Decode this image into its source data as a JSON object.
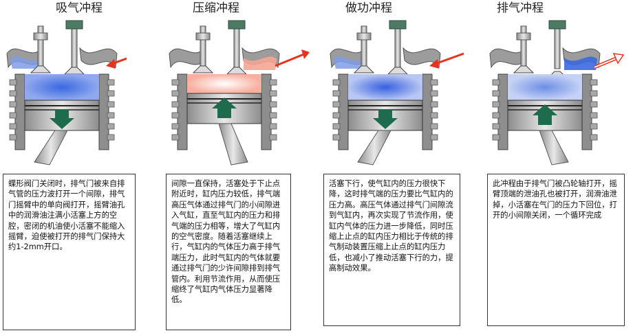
{
  "strokes": [
    {
      "title": "吸气冲程",
      "text": "蝶形阀门关闭时，排气门被来自排气管的压力波打开一个间隙，排气门摇臂中的单向阀打开，摇臂油孔中的润滑油注满小活塞上方的空腔，密闭的机油使小活塞不能缩入摇臂，迫使被打开的排气门保持大约1-2mm开口。"
    },
    {
      "title": "压缩冲程",
      "text": "间隙一直保持，活塞处于下止点附近时，缸内压力较低，排气端高压气体通过排气门的小间隙进入气缸，直至气缸内的压力和排气端的压力相等，增大了气缸内的空气密度。随着活塞继续上行，气缸内的气体压力高于排气端压力，此时气缸内的气体就要通过排气门的少许间隙排到排气管内。利用节流作用，从而使压缩终了气缸内气体压力显著降低。"
    },
    {
      "title": "做功冲程",
      "text": "活塞下行，使气缸内的压力很快下降，这时排气端的压力要比气缸内的压力高。高压气体通过排气门间隙流到气缸内，再次实现了节流作用，使缸内气体的压力进一步降低，同时压缩上止点的缸内压力相比于传统的排气制动装置压缩上止点的缸内压力低，也减小了推动活塞下行的力，提高制动效果。"
    },
    {
      "title": "排气冲程",
      "text": "此冲程由于排气门被凸轮轴打开，摇臂顶端的泄油孔也被打开，润滑油泄掉，小活塞在气门的压力下回位，打开的小间隙关闭，一个循环完成"
    }
  ],
  "colors": {
    "intake_air": "#2f5bd3",
    "compressed": "#f05a3c",
    "piston_arrow": "#1f6b4e",
    "flow_arrow": "#e8321e",
    "cylinder": "#9a9a9a",
    "valve_cap": "#4d7a62"
  },
  "panel_states": [
    {
      "chamber": "blue",
      "arrow": "down",
      "flow": "in"
    },
    {
      "chamber": "compress",
      "arrow": "up",
      "flow": "out"
    },
    {
      "chamber": "blue-center",
      "arrow": "down",
      "flow": "in"
    },
    {
      "chamber": "blue-light",
      "arrow": "up",
      "flow": "out-open"
    }
  ]
}
